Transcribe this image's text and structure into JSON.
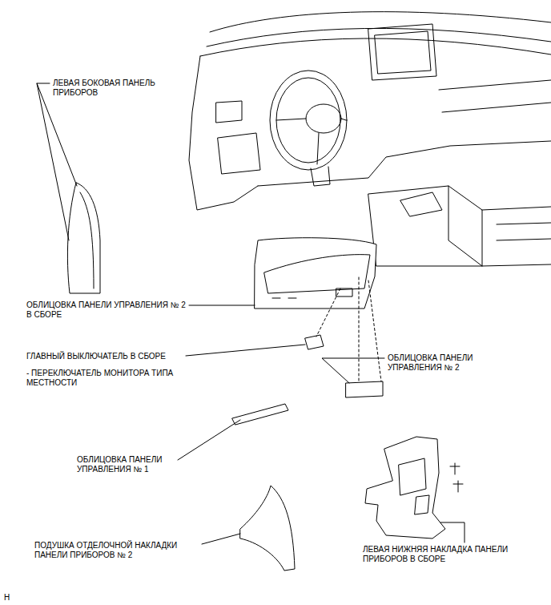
{
  "diagram": {
    "labels": [
      "ЛЕВАЯ БОКОВАЯ ПАНЕЛЬ ПРИБОРОВ",
      "ОБЛИЦОВКА ПАНЕЛИ УПРАВЛЕНИЯ № 2 В СБОРЕ",
      "ГЛАВНЫЙ ВЫКЛЮЧАТЕЛЬ В СБОРЕ",
      "- ПЕРЕКЛЮЧАТЕЛЬ МОНИТОРА ТИПА МЕСТНОСТИ",
      "ОБЛИЦОВКА ПАНЕЛИ УПРАВЛЕНИЯ № 2",
      "ОБЛИЦОВКА ПАНЕЛИ УПРАВЛЕНИЯ № 1",
      "ПОДУШКА ОТДЕЛОЧНОЙ НАКЛАДКИ ПАНЕЛИ ПРИБОРОВ № 2",
      "ЛЕВАЯ НИЖНЯЯ НАКЛАДКА ПАНЕЛИ ПРИБОРОВ В СБОРЕ",
      "H"
    ]
  }
}
